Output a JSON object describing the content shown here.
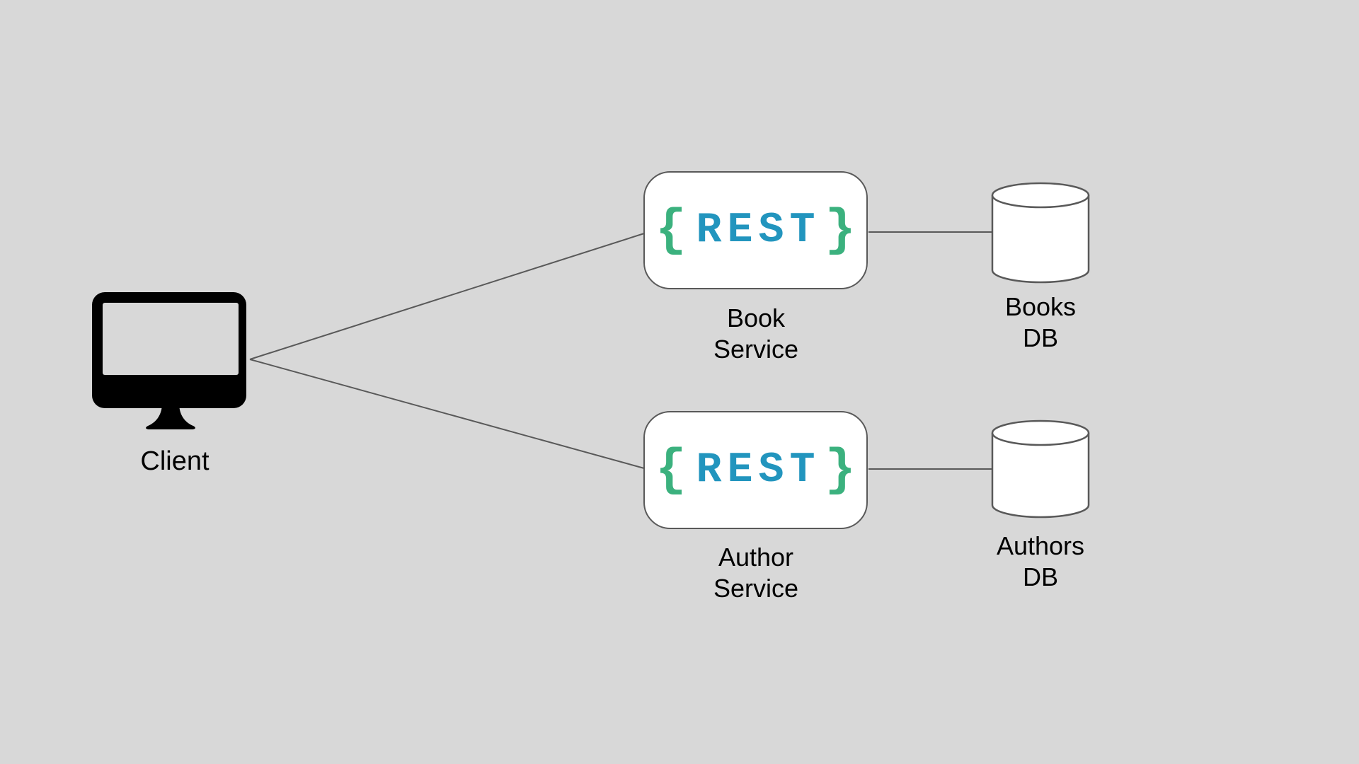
{
  "background": "#d8d8d8",
  "palette": {
    "rest_text": "#2295be",
    "brace_text": "#3bb17e",
    "connector": "#595959",
    "node_border": "#595959",
    "node_fill": "#ffffff",
    "label_text": "#000000",
    "client_icon_color": "#000000"
  },
  "diagram": {
    "type": "architecture",
    "client": {
      "label": "Client",
      "icon": "desktop-monitor-icon"
    },
    "services": [
      {
        "id": "book-service",
        "brace_open": "{",
        "logo_text": "REST",
        "brace_close": "}",
        "label_line1": "Book",
        "label_line2": "Service"
      },
      {
        "id": "author-service",
        "brace_open": "{",
        "logo_text": "REST",
        "brace_close": "}",
        "label_line1": "Author",
        "label_line2": "Service"
      }
    ],
    "databases": [
      {
        "id": "books-db",
        "label_line1": "Books",
        "label_line2": "DB"
      },
      {
        "id": "authors-db",
        "label_line1": "Authors",
        "label_line2": "DB"
      }
    ],
    "connections": [
      {
        "from": "client",
        "to": "book-service"
      },
      {
        "from": "client",
        "to": "author-service"
      },
      {
        "from": "book-service",
        "to": "books-db"
      },
      {
        "from": "author-service",
        "to": "authors-db"
      }
    ]
  }
}
